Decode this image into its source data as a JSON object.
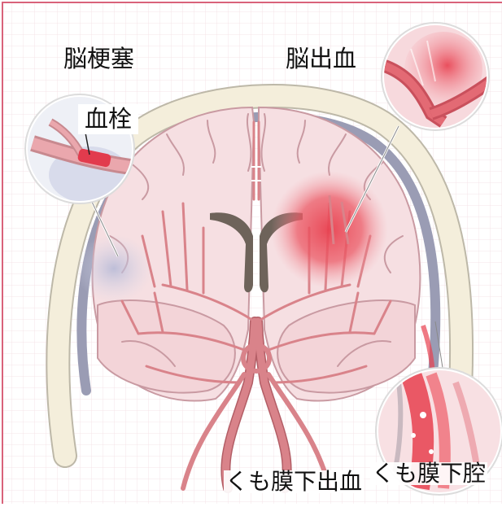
{
  "labels": {
    "infarction": "脳梗塞",
    "embolus": "血栓",
    "hemorrhage": "脳出血",
    "sah": "くも膜下出血",
    "subarachnoid_space": "くも膜下腔"
  },
  "colors": {
    "border": "#d9627a",
    "grid": "#f3dde3",
    "skull": "#f4eedb",
    "skull_edge": "#bdb8a8",
    "meninges": "#9a9cb4",
    "brain": "#f6dfe2",
    "brain_edge": "#c99aa2",
    "artery": "#d9838a",
    "artery_edge": "#b35e66",
    "ventricle": "#6e635a",
    "bleed": "#e8404f",
    "clot": "#e23b4d",
    "ischemia": "#b4b8d6"
  }
}
